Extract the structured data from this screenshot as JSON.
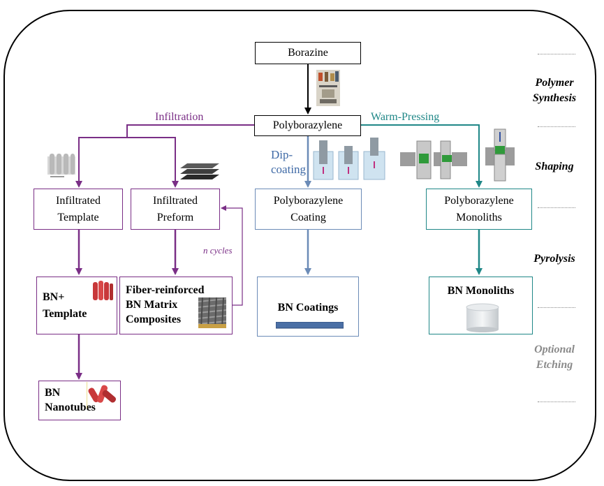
{
  "nodes": {
    "borazine": "Borazine",
    "polyborazylene": "Polyborazylene",
    "infiltrated_template": "Infiltrated\nTemplate",
    "infiltrated_preform": "Infiltrated\nPreform",
    "pb_coating": "Polyborazylene\nCoating",
    "pb_monoliths": "Polyborazylene\nMonoliths",
    "bn_template": "BN+\nTemplate",
    "fiber_composites": "Fiber-reinforced\nBN Matrix\nComposites",
    "bn_coatings": "BN Coatings",
    "bn_monoliths": "BN Monoliths",
    "bn_nanotubes": "BN\nNanotubes"
  },
  "edge_labels": {
    "infiltration": "Infiltration",
    "warm_pressing": "Warm-Pressing",
    "dip_coating": "Dip-\ncoating",
    "n_cycles": "n cycles"
  },
  "stages": {
    "polymer_synthesis": "Polymer\nSynthesis",
    "shaping": "Shaping",
    "pyrolysis": "Pyrolysis",
    "optional_etching": "Optional\nEtching"
  },
  "colors": {
    "purple": "#7a2e86",
    "blue": "#6b8bb7",
    "teal": "#1f8787",
    "black": "#000000",
    "gray_stage": "#8a8a8a"
  }
}
